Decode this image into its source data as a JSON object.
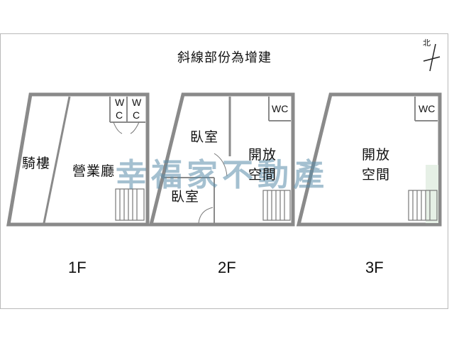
{
  "title": "斜線部份為增建",
  "compass_label": "北",
  "watermark": "幸福家不動產",
  "floors": [
    {
      "label": "1F",
      "rooms": [
        "騎樓",
        "營業廳"
      ],
      "wc": [
        "W",
        "C",
        "W",
        "C"
      ]
    },
    {
      "label": "2F",
      "rooms": [
        "臥室",
        "臥室",
        "開放",
        "空間"
      ],
      "wc": [
        "WC"
      ]
    },
    {
      "label": "3F",
      "rooms": [
        "開放",
        "空間"
      ],
      "wc": [
        "WC"
      ]
    }
  ],
  "colors": {
    "wall": "#8a8a8a",
    "line": "#555555",
    "frame": "#b9b9b9",
    "watermark": "#5a8caa"
  }
}
